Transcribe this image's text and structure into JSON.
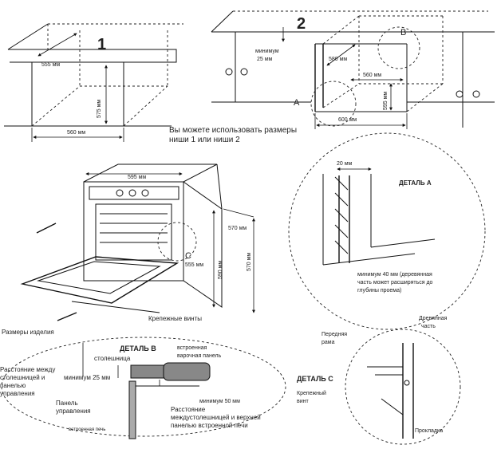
{
  "numerals": {
    "one": "1",
    "two": "2"
  },
  "niche1": {
    "dim_depth": "555 мм",
    "dim_height": "575 мм",
    "dim_width": "560 мм"
  },
  "niche2": {
    "dim_min": "минимум",
    "dim_min_val": "25 мм",
    "dim_580": "580 мм",
    "dim_560": "560 мм",
    "dim_595": "595 мм",
    "dim_600": "600 мм",
    "label_a": "A",
    "label_b": "B"
  },
  "note": {
    "line1": "Вы можете использовать размеры",
    "line2": "ниши 1 или ниши 2"
  },
  "oven": {
    "dim_width": "595 мм",
    "dim_depth": "570 мм",
    "dim_h1": "590 мм",
    "dim_h2": "570 мм",
    "dim_c": "555 мм",
    "label_c": "C",
    "caption": "Крепежные винты"
  },
  "detail_a": {
    "title": "ДЕТАЛЬ А",
    "dim": "20 мм",
    "note1": "минимум 40 мм (деревянная",
    "note2": "часть может расширяться до",
    "note3": "глубины проема)"
  },
  "product_dims": {
    "label": "Размеры изделия"
  },
  "detail_b": {
    "title": "ДЕТАЛЬ В",
    "countertop": "столешница",
    "hob1": "встроенная",
    "hob2": "варочная панель",
    "gap1": "Расстояние между",
    "gap2": "столешницей и",
    "gap3": "панелью",
    "gap4": "управления",
    "min25": "минимум 25 мм",
    "panel1": "Панель",
    "panel2": "управления",
    "min50": "минимум 50 мм",
    "dist1": "Расстояние",
    "dist2": "междустолешницей и верхней",
    "dist3": "панелью встроенной печи",
    "oven_panel": "встроенная печь"
  },
  "detail_c": {
    "title": "ДЕТАЛЬ С",
    "front1": "Передняя",
    "front2": "рама",
    "wood1": "Древянная",
    "wood2": "часть",
    "screw1": "Крепежный",
    "screw2": "винт",
    "spacer": "Прокладка"
  }
}
